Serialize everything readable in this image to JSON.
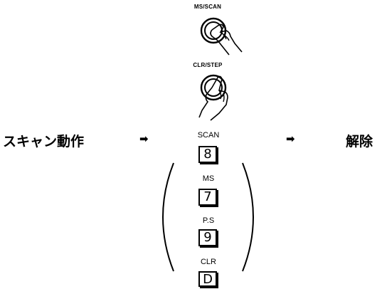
{
  "top_buttons": {
    "ms_scan_label": "MS/SCAN",
    "clr_step_label": "CLR/STEP"
  },
  "flow": {
    "start_label": "スキャン動作",
    "end_label": "解除",
    "arrow_glyph": "➡"
  },
  "keys": [
    {
      "label": "SCAN",
      "key": "8"
    },
    {
      "label": "MS",
      "key": "7"
    },
    {
      "label": "P.S",
      "key": "9"
    },
    {
      "label": "CLR",
      "key": "D"
    }
  ],
  "icons": {
    "press_hand": "hand-pressing-button-icon"
  }
}
